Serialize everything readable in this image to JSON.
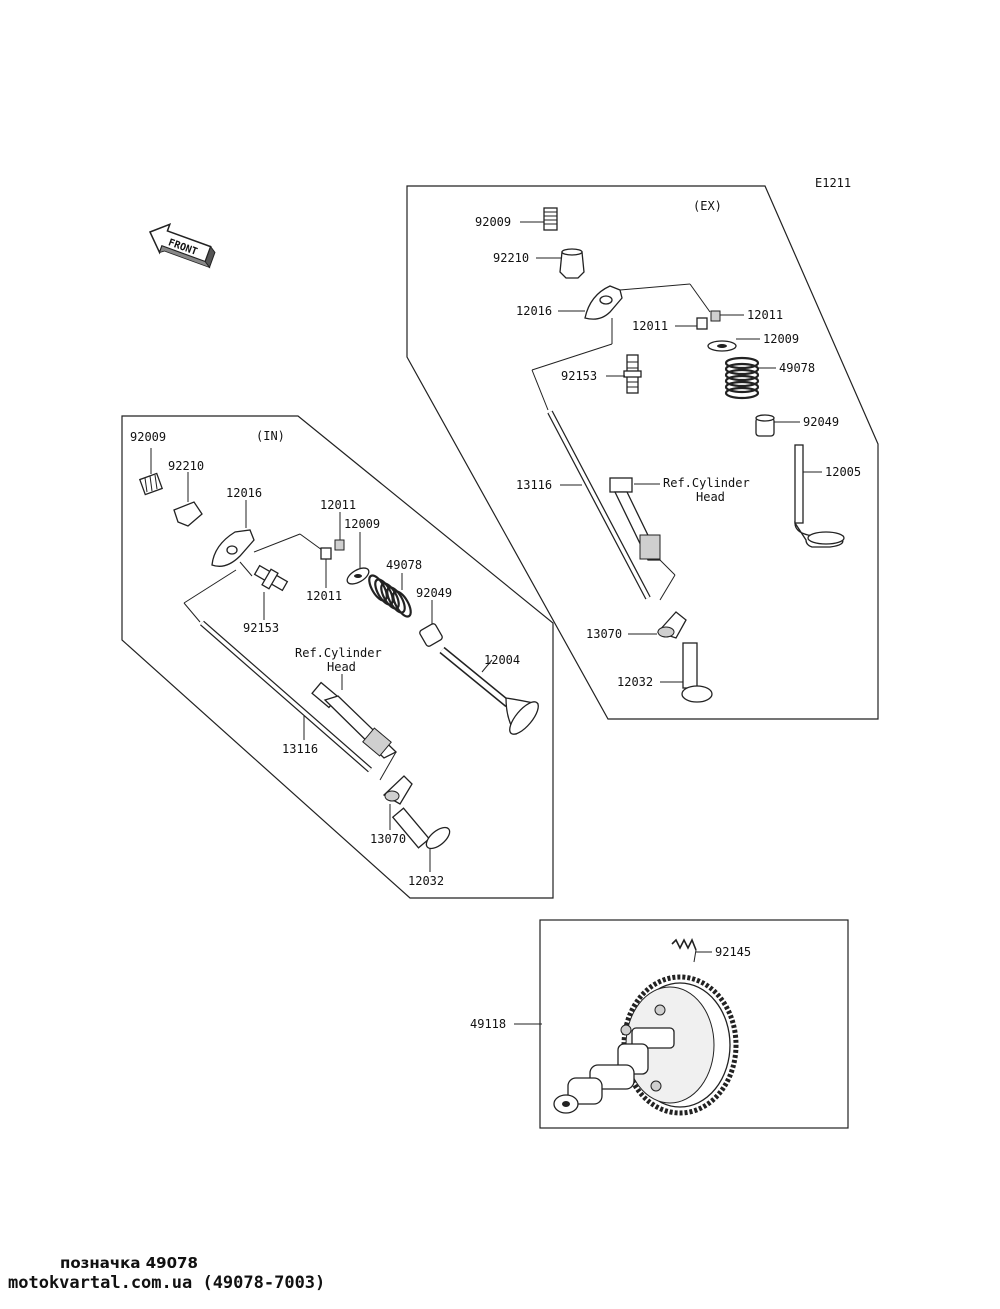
{
  "diagram_code": "E1211",
  "front_label": "FRONT",
  "ex_group": {
    "title": "(EX)",
    "labels": {
      "p92009": "92009",
      "p92210": "92210",
      "p12016": "12016",
      "p12011a": "12011",
      "p12011b": "12011",
      "p12009": "12009",
      "p92153": "92153",
      "p49078": "49078",
      "p92049": "92049",
      "p13116": "13116",
      "p12005": "12005",
      "p13070": "13070",
      "p12032": "12032"
    },
    "ref_line1": "Ref.Cylinder",
    "ref_line2": "Head"
  },
  "in_group": {
    "title": "(IN)",
    "labels": {
      "p92009": "92009",
      "p92210": "92210",
      "p12016": "12016",
      "p12011a": "12011",
      "p12011b": "12011",
      "p12009": "12009",
      "p49078": "49078",
      "p92049": "92049",
      "p92153": "92153",
      "p12004": "12004",
      "p13116": "13116",
      "p13070": "13070",
      "p12032": "12032"
    },
    "ref_line1": "Ref.Cylinder",
    "ref_line2": "Head"
  },
  "cam_group": {
    "labels": {
      "p92145": "92145",
      "p49118": "49118"
    }
  },
  "footer": {
    "tag": "позначка 49078",
    "url": "motokvartal.com.ua (49078-7003)"
  }
}
